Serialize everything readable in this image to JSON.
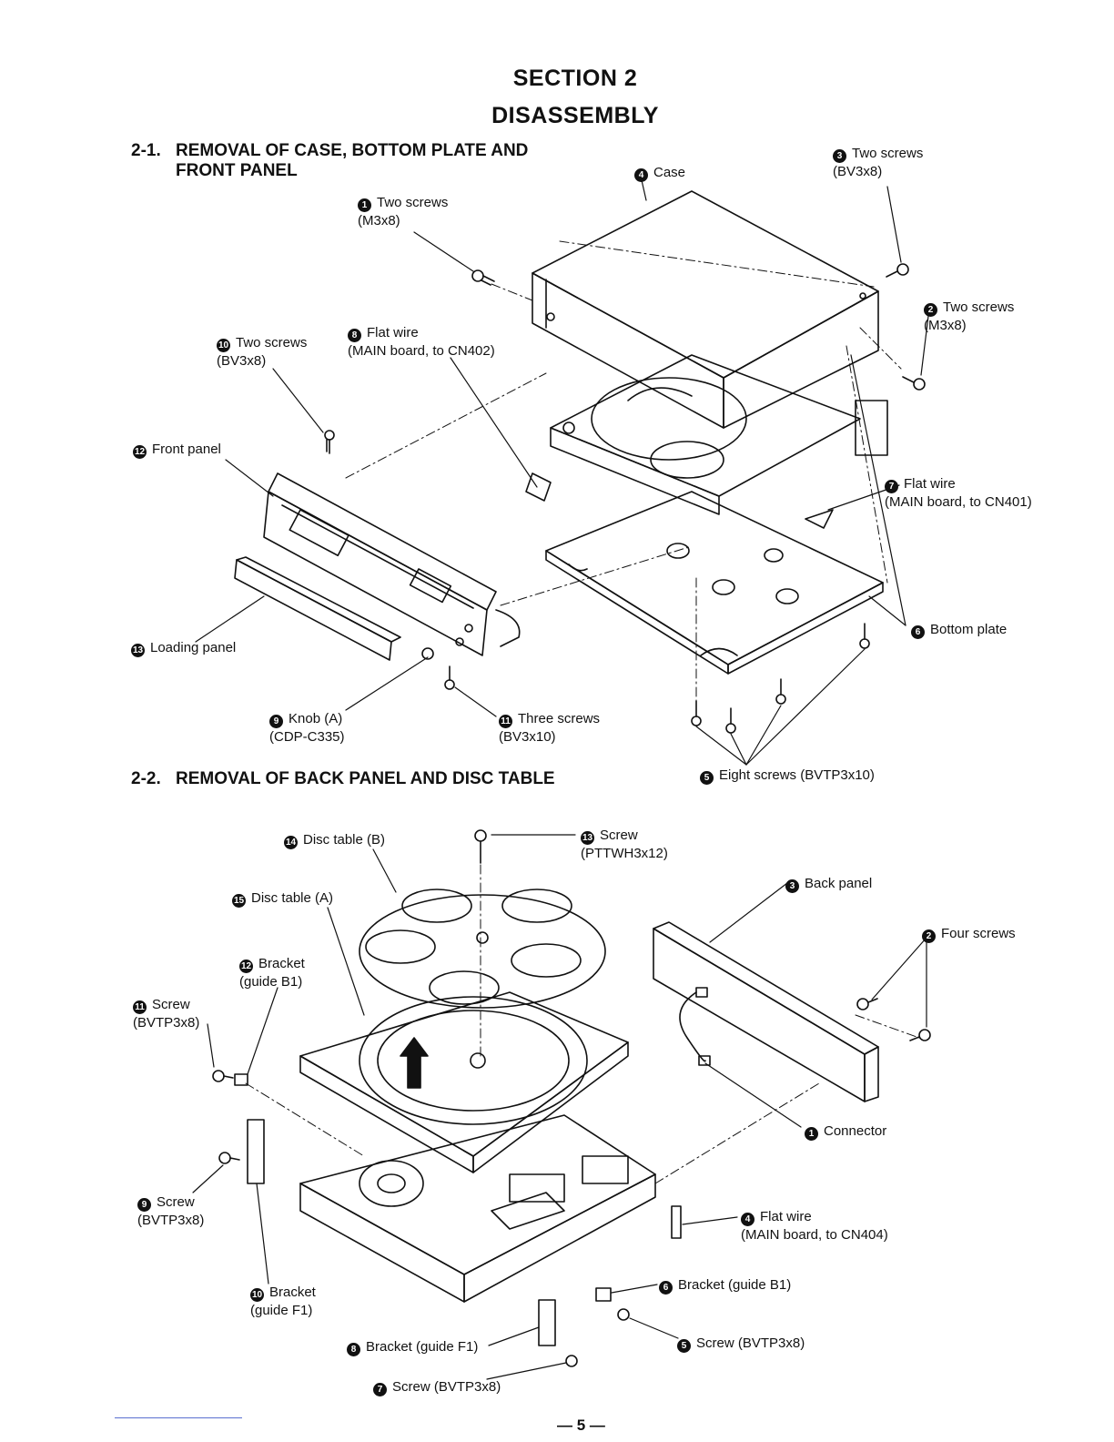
{
  "header": {
    "section": "SECTION 2",
    "title": "DISASSEMBLY"
  },
  "sections": [
    {
      "number": "2-1.",
      "title": "REMOVAL OF CASE, BOTTOM PLATE AND\nFRONT PANEL",
      "callouts": [
        {
          "num": "1",
          "text": "Two screws\n(M3x8)"
        },
        {
          "num": "2",
          "text": "Two screws\n(M3x8)"
        },
        {
          "num": "3",
          "text": "Two screws\n(BV3x8)"
        },
        {
          "num": "4",
          "text": "Case"
        },
        {
          "num": "5",
          "text": "Eight screws (BVTP3x10)"
        },
        {
          "num": "6",
          "text": "Bottom plate"
        },
        {
          "num": "7",
          "text": "Flat wire\n(MAIN board, to CN401)"
        },
        {
          "num": "8",
          "text": "Flat wire\n(MAIN board, to CN402)"
        },
        {
          "num": "9",
          "text": "Knob (A)\n(CDP-C335)"
        },
        {
          "num": "10",
          "text": "Two screws\n(BV3x8)"
        },
        {
          "num": "11",
          "text": "Three screws\n(BV3x10)"
        },
        {
          "num": "12",
          "text": "Front panel"
        },
        {
          "num": "13",
          "text": "Loading panel"
        }
      ]
    },
    {
      "number": "2-2.",
      "title": "REMOVAL OF BACK PANEL AND DISC TABLE",
      "callouts": [
        {
          "num": "1",
          "text": "Connector"
        },
        {
          "num": "2",
          "text": "Four screws"
        },
        {
          "num": "3",
          "text": "Back panel"
        },
        {
          "num": "4",
          "text": "Flat wire\n(MAIN board, to CN404)"
        },
        {
          "num": "5",
          "text": "Screw (BVTP3x8)"
        },
        {
          "num": "6",
          "text": "Bracket (guide B1)"
        },
        {
          "num": "7",
          "text": "Screw (BVTP3x8)"
        },
        {
          "num": "8",
          "text": "Bracket (guide F1)"
        },
        {
          "num": "9",
          "text": "Screw\n(BVTP3x8)"
        },
        {
          "num": "10",
          "text": "Bracket\n(guide F1)"
        },
        {
          "num": "11",
          "text": "Screw\n(BVTP3x8)"
        },
        {
          "num": "12",
          "text": "Bracket\n(guide B1)"
        },
        {
          "num": "13",
          "text": "Screw\n(PTTWH3x12)"
        },
        {
          "num": "14",
          "text": "Disc table (B)"
        },
        {
          "num": "15",
          "text": "Disc table (A)"
        }
      ]
    }
  ],
  "footer": {
    "page_number": "— 5 —"
  }
}
